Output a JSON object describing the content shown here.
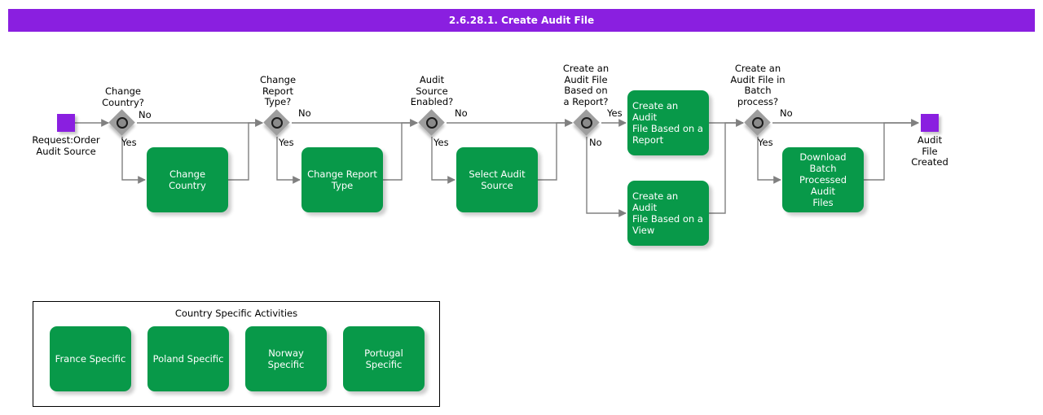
{
  "title_bar": {
    "title": "2.6.28.1. Create Audit File"
  },
  "colors": {
    "title_bar_bg": "#8A1FE0",
    "event_purple": "#8A1FE0",
    "task_green": "#089949",
    "gateway_gray": "#9d9d9d",
    "edge_gray": "#808080",
    "text_dark": "#000000",
    "task_text": "#ffffff"
  },
  "flow": {
    "start_event": {
      "name": "start-event",
      "label": "Request:Order\nAudit Source"
    },
    "end_event": {
      "name": "end-event",
      "label": "Audit File\nCreated"
    },
    "gateways": [
      {
        "id": "gw-change-country",
        "label": "Change\nCountry?",
        "yes_label": "Yes",
        "no_label": "No"
      },
      {
        "id": "gw-change-report-type",
        "label": "Change\nReport\nType?",
        "yes_label": "Yes",
        "no_label": "No"
      },
      {
        "id": "gw-audit-source-enabled",
        "label": "Audit\nSource\nEnabled?",
        "yes_label": "Yes",
        "no_label": "No"
      },
      {
        "id": "gw-based-on-report",
        "label": "Create an\nAudit File\nBased on\na Report?",
        "yes_label": "Yes",
        "no_label": "No"
      },
      {
        "id": "gw-batch-process",
        "label": "Create an\nAudit File in\nBatch\nprocess?",
        "yes_label": "Yes",
        "no_label": "No"
      }
    ],
    "tasks": [
      {
        "id": "task-change-country",
        "label": "Change\nCountry"
      },
      {
        "id": "task-change-report-type",
        "label": "Change Report\nType"
      },
      {
        "id": "task-select-audit-source",
        "label": "Select Audit\nSource"
      },
      {
        "id": "task-create-audit-file-report",
        "label": "Create an Audit\nFile Based on a\nReport"
      },
      {
        "id": "task-create-audit-file-view",
        "label": "Create an Audit\nFile Based on a\nView"
      },
      {
        "id": "task-download-batch",
        "label": "Download Batch\nProcessed Audit\nFiles"
      }
    ]
  },
  "group": {
    "title": "Country Specific Activities",
    "tasks": [
      {
        "id": "task-france-specific",
        "label": "France Specific"
      },
      {
        "id": "task-poland-specific",
        "label": "Poland Specific"
      },
      {
        "id": "task-norway-specific",
        "label": "Norway Specific"
      },
      {
        "id": "task-portugal-specific",
        "label": "Portugal Specific"
      }
    ]
  }
}
